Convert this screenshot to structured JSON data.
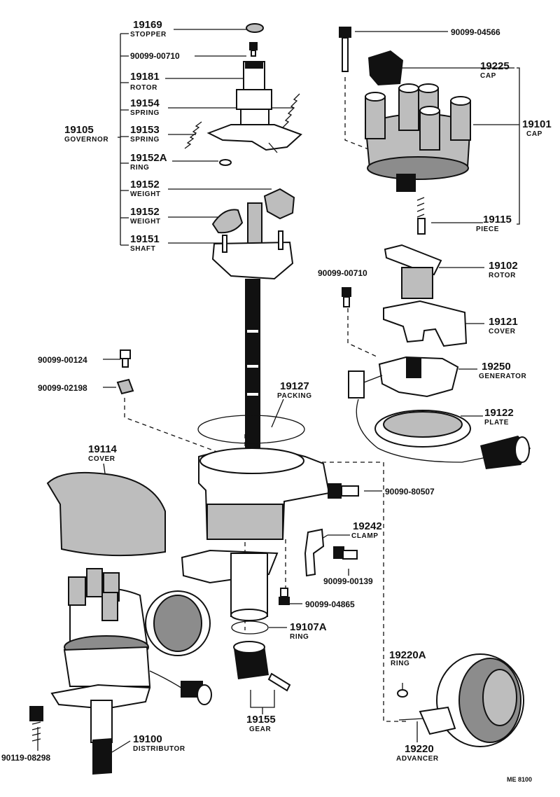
{
  "figure_code": "ME 8100",
  "callouts": [
    {
      "id": "stopper",
      "num": "19169",
      "name": "STOPPER"
    },
    {
      "id": "bolt-00710-top",
      "num": "90099-00710",
      "name": ""
    },
    {
      "id": "governor-rotor",
      "num": "19181",
      "name": "ROTOR"
    },
    {
      "id": "spring-19154",
      "num": "19154",
      "name": "SPRING"
    },
    {
      "id": "spring-19153",
      "num": "19153",
      "name": "SPRING"
    },
    {
      "id": "governor",
      "num": "19105",
      "name": "GOVERNOR"
    },
    {
      "id": "ring-19152a",
      "num": "19152A",
      "name": "RING"
    },
    {
      "id": "weight-1",
      "num": "19152",
      "name": "WEIGHT"
    },
    {
      "id": "weight-2",
      "num": "19152",
      "name": "WEIGHT"
    },
    {
      "id": "shaft",
      "num": "19151",
      "name": "SHAFT"
    },
    {
      "id": "bolt-04566",
      "num": "90099-04566",
      "name": ""
    },
    {
      "id": "cap-19225",
      "num": "19225",
      "name": "CAP"
    },
    {
      "id": "cap-19101",
      "num": "19101",
      "name": "CAP"
    },
    {
      "id": "piece",
      "num": "19115",
      "name": "PIECE"
    },
    {
      "id": "bolt-00710-mid",
      "num": "90099-00710",
      "name": ""
    },
    {
      "id": "rotor-19102",
      "num": "19102",
      "name": "ROTOR"
    },
    {
      "id": "cover-19121",
      "num": "19121",
      "name": "COVER"
    },
    {
      "id": "generator",
      "num": "19250",
      "name": "GENERATOR"
    },
    {
      "id": "plate",
      "num": "19122",
      "name": "PLATE"
    },
    {
      "id": "bolt-00124",
      "num": "90099-00124",
      "name": ""
    },
    {
      "id": "bolt-02198",
      "num": "90099-02198",
      "name": ""
    },
    {
      "id": "packing",
      "num": "19127",
      "name": "PACKING"
    },
    {
      "id": "cover-19114",
      "num": "19114",
      "name": "COVER"
    },
    {
      "id": "screw-80507",
      "num": "90090-80507",
      "name": ""
    },
    {
      "id": "clamp",
      "num": "19242",
      "name": "CLAMP"
    },
    {
      "id": "screw-00139",
      "num": "90099-00139",
      "name": ""
    },
    {
      "id": "screw-04865",
      "num": "90099-04865",
      "name": ""
    },
    {
      "id": "ring-19107a",
      "num": "19107A",
      "name": "RING"
    },
    {
      "id": "ring-19220a",
      "num": "19220A",
      "name": "RING"
    },
    {
      "id": "gear",
      "num": "19155",
      "name": "GEAR"
    },
    {
      "id": "bolt-08298",
      "num": "90119-08298",
      "name": ""
    },
    {
      "id": "distributor",
      "num": "19100",
      "name": "DISTRIBUTOR"
    },
    {
      "id": "advancer",
      "num": "19220",
      "name": "ADVANCER"
    }
  ]
}
